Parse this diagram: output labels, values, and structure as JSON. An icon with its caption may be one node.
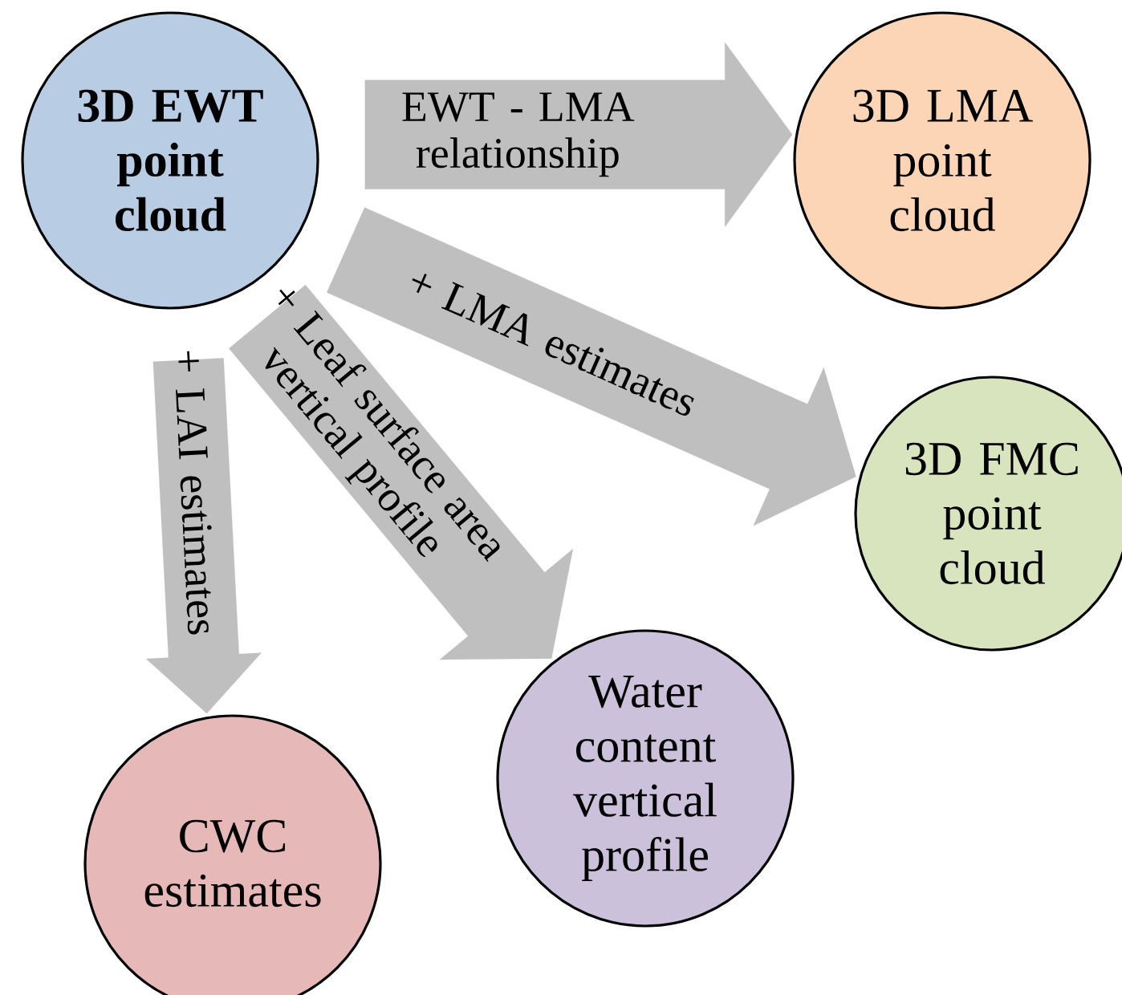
{
  "diagram": {
    "nodes": [
      {
        "text": [
          "3D EWT point cloud"
        ]
      },
      {
        "text": [
          "3D LMA point cloud"
        ]
      },
      {
        "text": [
          "3D FMC point cloud"
        ]
      },
      {
        "text": [
          "CWC estimates"
        ]
      },
      {
        "text": [
          "Water content vertical profile"
        ]
      }
    ],
    "edges": [
      {
        "from": 0,
        "to": 1,
        "arrow": "to",
        "label": "EWT - LMA relationship"
      },
      {
        "from": 0,
        "to": 2,
        "arrow": "to",
        "label": "+ LMA estimates"
      },
      {
        "from": 0,
        "to": 4,
        "arrow": "to",
        "label": "+ Leaf surface area vertical profile"
      },
      {
        "from": 0,
        "to": 3,
        "arrow": "to",
        "label": "+ LAI estimates"
      }
    ]
  }
}
